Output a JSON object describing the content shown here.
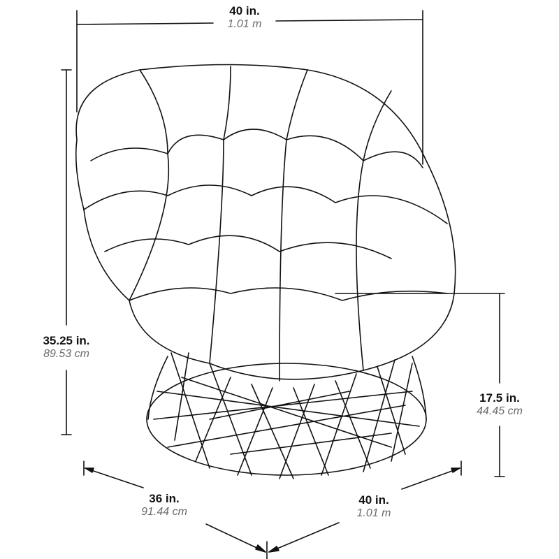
{
  "diagram": {
    "subject": "papasan swivel chair line drawing",
    "line_color": "#111111",
    "dimensions": {
      "top_width": {
        "imperial": "40 in.",
        "metric": "1.01 m"
      },
      "overall_height": {
        "imperial": "35.25 in.",
        "metric": "89.53 cm"
      },
      "seat_height": {
        "imperial": "17.5 in.",
        "metric": "44.45 cm"
      },
      "depth": {
        "imperial": "36 in.",
        "metric": "91.44 cm"
      },
      "base_width": {
        "imperial": "40 in.",
        "metric": "1.01 m"
      }
    }
  }
}
